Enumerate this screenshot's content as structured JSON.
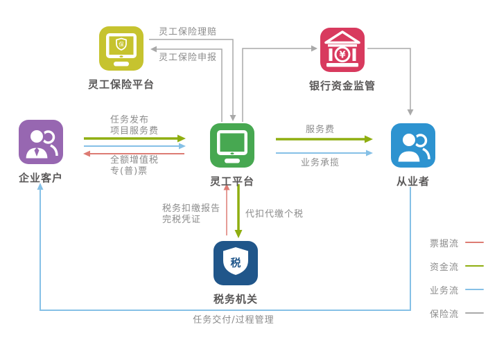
{
  "nodes": {
    "insurance": {
      "label": "灵工保险平台",
      "color": "#c6c32f",
      "shield_char": "保"
    },
    "bank": {
      "label": "银行资金监管",
      "color": "#d83a5e",
      "yuan_char": "¥"
    },
    "client": {
      "label": "企业客户",
      "color": "#9767b1"
    },
    "platform": {
      "label": "灵工平台",
      "color": "#47a851"
    },
    "worker": {
      "label": "从业者",
      "color": "#2d93d0"
    },
    "tax": {
      "label": "税务机关",
      "color": "#20568a",
      "shield_char": "税"
    }
  },
  "edges": {
    "insurance_claim": {
      "label": "灵工保险理赔"
    },
    "insurance_declare": {
      "label": "灵工保险申报"
    },
    "task_publish": {
      "line1": "任务发布",
      "line2": "项目服务费"
    },
    "vat_invoice": {
      "line1": "全额增值税",
      "line2": "专(普)票"
    },
    "service_fee": {
      "label": "服务费"
    },
    "business_contract": {
      "label": "业务承揽"
    },
    "tax_report": {
      "line1": "税务扣缴报告",
      "line2": "完税凭证"
    },
    "tax_withholding": {
      "label": "代扣代缴个税"
    },
    "task_delivery": {
      "label": "任务交付/过程管理"
    }
  },
  "flows": {
    "invoice": {
      "label": "票据流",
      "color": "#dd7b73"
    },
    "fund": {
      "label": "资金流",
      "color": "#8fae10"
    },
    "business": {
      "label": "业务流",
      "color": "#85c0e6"
    },
    "insurance": {
      "label": "保险流",
      "color": "#a9a9a9"
    }
  }
}
